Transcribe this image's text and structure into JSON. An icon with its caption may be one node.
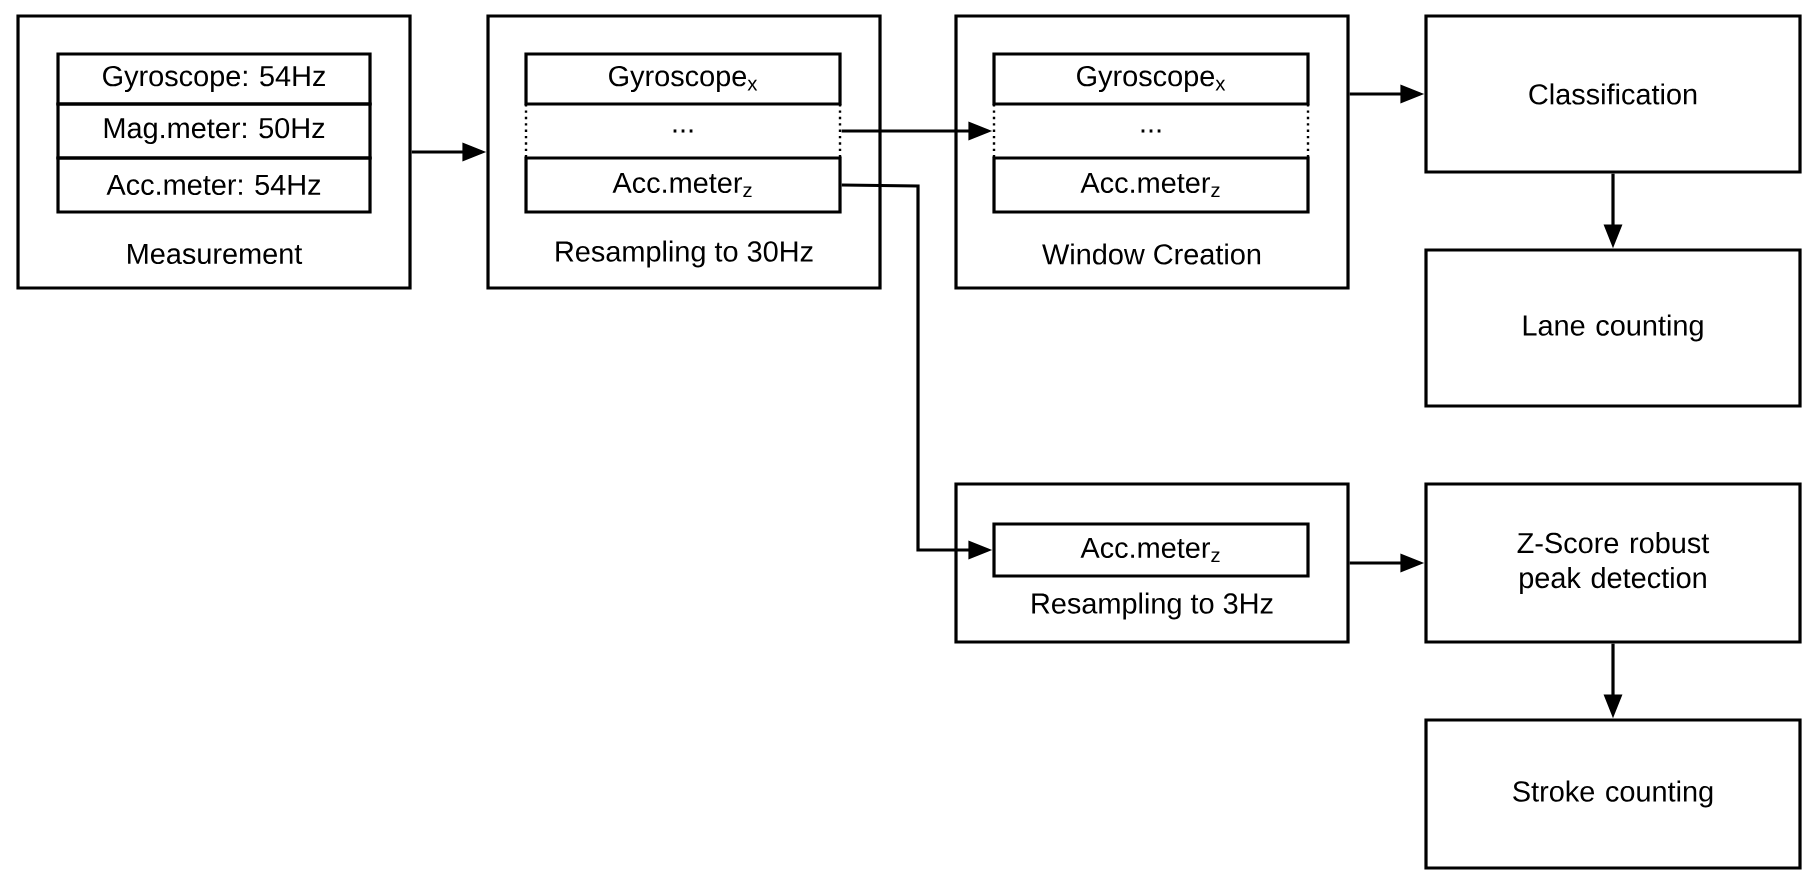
{
  "diagram": {
    "nodes": [
      {
        "text": [
          "Measurement"
        ]
      },
      {
        "text": [
          "Gyroscope: 54Hz"
        ],
        "in": 0
      },
      {
        "text": [
          "Mag.meter: 50Hz"
        ],
        "in": 0
      },
      {
        "text": [
          "Acc.meter: 54Hz"
        ],
        "in": 0
      },
      {
        "text": [
          "Resampling to 30Hz"
        ]
      },
      {
        "text": [
          "Gyroscope$_{x}$"
        ],
        "in": 4
      },
      {
        "text": [
          "..."
        ],
        "in": 4
      },
      {
        "text": [
          "Acc.meter$_{z}$"
        ],
        "in": 4
      },
      {
        "text": [
          "Window Creation"
        ]
      },
      {
        "text": [
          "Gyroscope$_{x}$"
        ],
        "in": 8
      },
      {
        "text": [
          "..."
        ],
        "in": 8
      },
      {
        "text": [
          "Acc.meter$_{z}$"
        ],
        "in": 8
      },
      {
        "text": [
          "Classification"
        ]
      },
      {
        "text": [
          "Lane counting"
        ]
      },
      {
        "text": [
          "Resampling to 3Hz"
        ]
      },
      {
        "text": [
          "Acc.meter$_{z}$"
        ],
        "in": 14
      },
      {
        "text": [
          "Z-Score robust peak detection"
        ]
      },
      {
        "text": [
          "Stroke counting"
        ]
      }
    ],
    "edges": [
      {
        "from": 0,
        "to": 4,
        "arrow": "to"
      },
      {
        "from": 6,
        "to": 10,
        "arrow": "to"
      },
      {
        "from": 7,
        "to": 15,
        "arrow": "to"
      },
      {
        "from": 8,
        "to": 12,
        "arrow": "to"
      },
      {
        "from": 12,
        "to": 13,
        "arrow": "to"
      },
      {
        "from": 14,
        "to": 16,
        "arrow": "to"
      },
      {
        "from": 16,
        "to": 17,
        "arrow": "to"
      }
    ]
  }
}
